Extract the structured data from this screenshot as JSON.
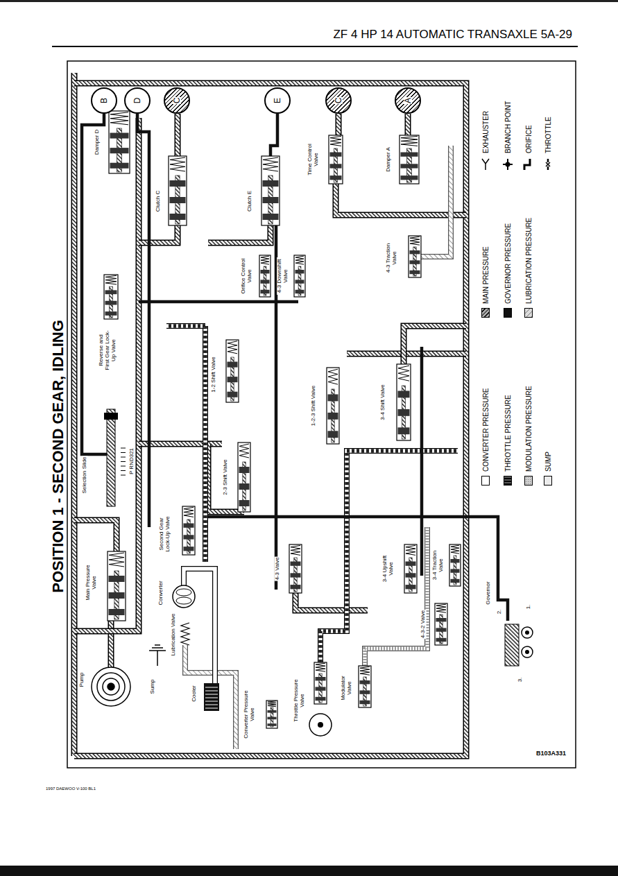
{
  "diagram": {
    "title": "POSITION 1 - SECOND GEAR, IDLING",
    "nodes": [
      {
        "text": [
          "B"
        ]
      },
      {
        "text": [
          "D"
        ]
      },
      {
        "text": [
          "C"
        ]
      },
      {
        "text": [
          "E"
        ]
      },
      {
        "text": [
          "C"
        ]
      },
      {
        "text": [
          "A"
        ]
      }
    ],
    "labels": [
      "ZF 4 HP 14 AUTOMATIC TRANSAXLE 5A-29",
      "Damper D",
      "Clutch C",
      "Clutch E",
      "Time Control Valve",
      "Damper A",
      "Orifice Control Valve",
      "4-3 Downshift Valve",
      "4-3 Traction Valve",
      "Reverse and First Gear Lock-Up Valve",
      "1-2 Shift Valve",
      "1-2-3 Shift Valve",
      "3-4 Shift Valve",
      "Selection Slide",
      "P RND321",
      "2-3 Shift Valve",
      "Second Gear Lock-Up Valve",
      "Main Pressure Valve",
      "4-3 Valve",
      "3-4 Upshift Valve",
      "3-4 Traction Valve",
      "Converter",
      "Lubrication Valve",
      "Pump",
      "Sump",
      "Cooler",
      "Converter Pressure Valve",
      "Throttle Pressure Valve",
      "Modulator Valve",
      "4-3-2 Valve",
      "Governor",
      "2.",
      "1.",
      "3.",
      "B103A331",
      "1997 DAEWOO V-100 BL1"
    ],
    "legend": [
      {
        "text": "CONVERTER PRESSURE",
        "color": "#ffffff"
      },
      {
        "text": "THROTTLE PRESSURE",
        "color": "#5a5a5a"
      },
      {
        "text": "MODULATION PRESSURE",
        "color": "#d0d0d0"
      },
      {
        "text": "SUMP",
        "color": "#ececec"
      },
      {
        "text": "MAIN PRESSURE",
        "color": "#a8a8a8"
      },
      {
        "text": "GOVERNOR PRESSURE",
        "color": "#111111"
      },
      {
        "text": "LUBRICATION PRESSURE",
        "color": "#dcdcdc"
      },
      {
        "text": "EXHAUSTER"
      },
      {
        "text": "BRANCH POINT"
      },
      {
        "text": "ORIFICE"
      },
      {
        "text": "THROTTLE"
      }
    ]
  }
}
